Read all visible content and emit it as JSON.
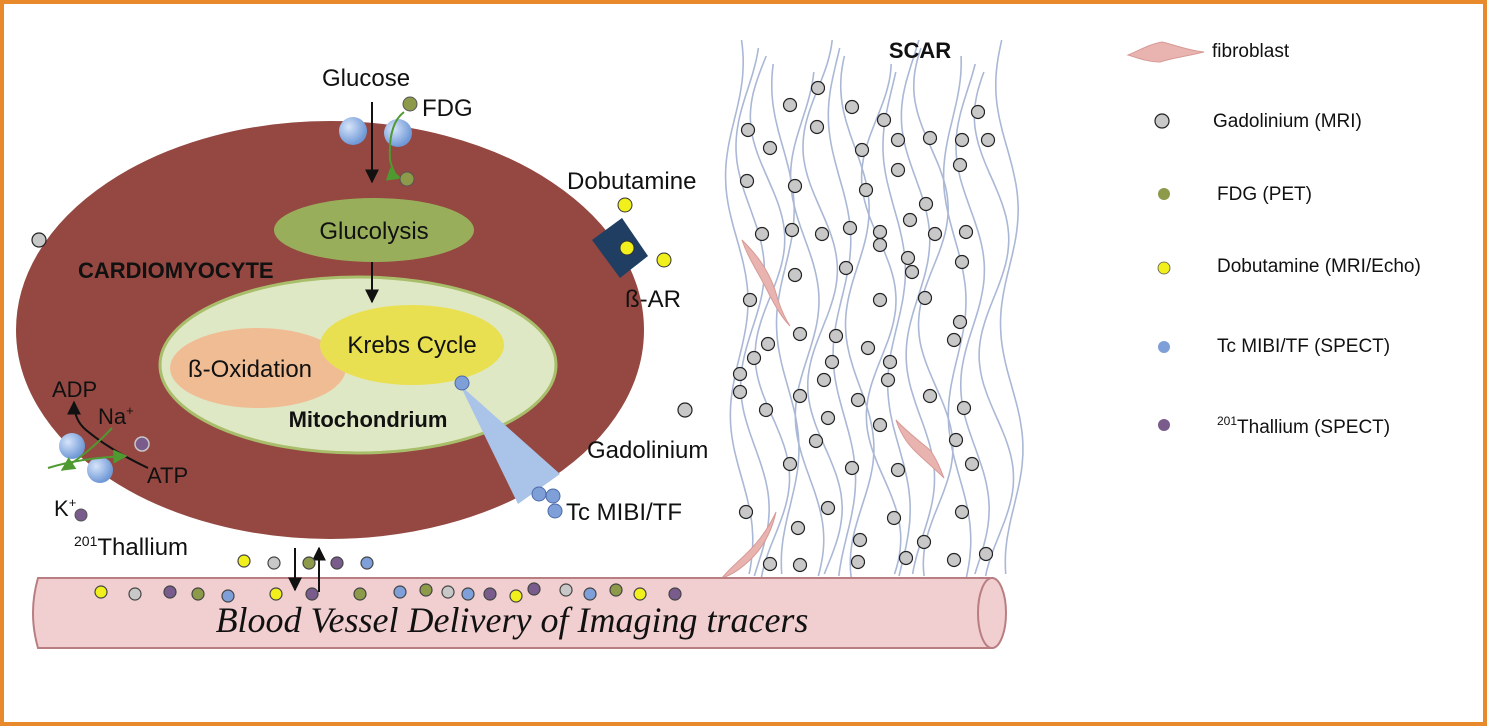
{
  "labels": {
    "glucose": "Glucose",
    "fdg": "FDG",
    "glucolysis": "Glucolysis",
    "cardiomyocyte": "CARDIOMYOCYTE",
    "krebs": "Krebs Cycle",
    "beta_oxidation": "ß-Oxidation",
    "mitochondrium": "Mitochondrium",
    "adp": "ADP",
    "na": "Na",
    "na_sup": "+",
    "atp": "ATP",
    "k": "K",
    "k_sup": "+",
    "thallium_sup": "201",
    "thallium": "Thallium",
    "dobutamine": "Dobutamine",
    "beta_ar": "ß-AR",
    "gadolinium": "Gadolinium",
    "tc_mibi": "Tc MIBI/TF",
    "scar": "SCAR",
    "vessel": "Blood Vessel Delivery of Imaging tracers"
  },
  "legend": [
    {
      "key": "fibroblast",
      "label": "fibroblast",
      "icon": "fibroblast-shape"
    },
    {
      "key": "gad",
      "label": "Gadolinium (MRI)",
      "icon": "circle",
      "color": "#c8c8c8"
    },
    {
      "key": "fdg",
      "label": "FDG (PET)",
      "icon": "circle",
      "color": "#8c9a4a"
    },
    {
      "key": "dob",
      "label": "Dobutamine (MRI/Echo)",
      "icon": "circle",
      "color": "#f2f01c"
    },
    {
      "key": "tc",
      "label": "Tc MIBI/TF (SPECT)",
      "icon": "circle",
      "color": "#7f9fd8"
    },
    {
      "key": "tl",
      "label": "Thallium (SPECT)",
      "sup": "201",
      "icon": "circle",
      "color": "#7a5c8c"
    }
  ],
  "colors": {
    "frame": "#e8892c",
    "cell": "#944841",
    "glucolysis": "#98ae5a",
    "mito_fill": "#dfe8c4",
    "mito_stroke": "#a9be6a",
    "krebs": "#e8e050",
    "beta_ox": "#f0bc94",
    "vessel": "#f1cfd0",
    "vessel_stroke": "#b97e82",
    "fiber": "#aab8d6",
    "fibroblast": "#e9b4b0",
    "receptor": "#1f3e62",
    "tc_cone": "#a9c4e8",
    "transporter": "#7fa6dc",
    "arrow_green": "#4f9a30"
  }
}
